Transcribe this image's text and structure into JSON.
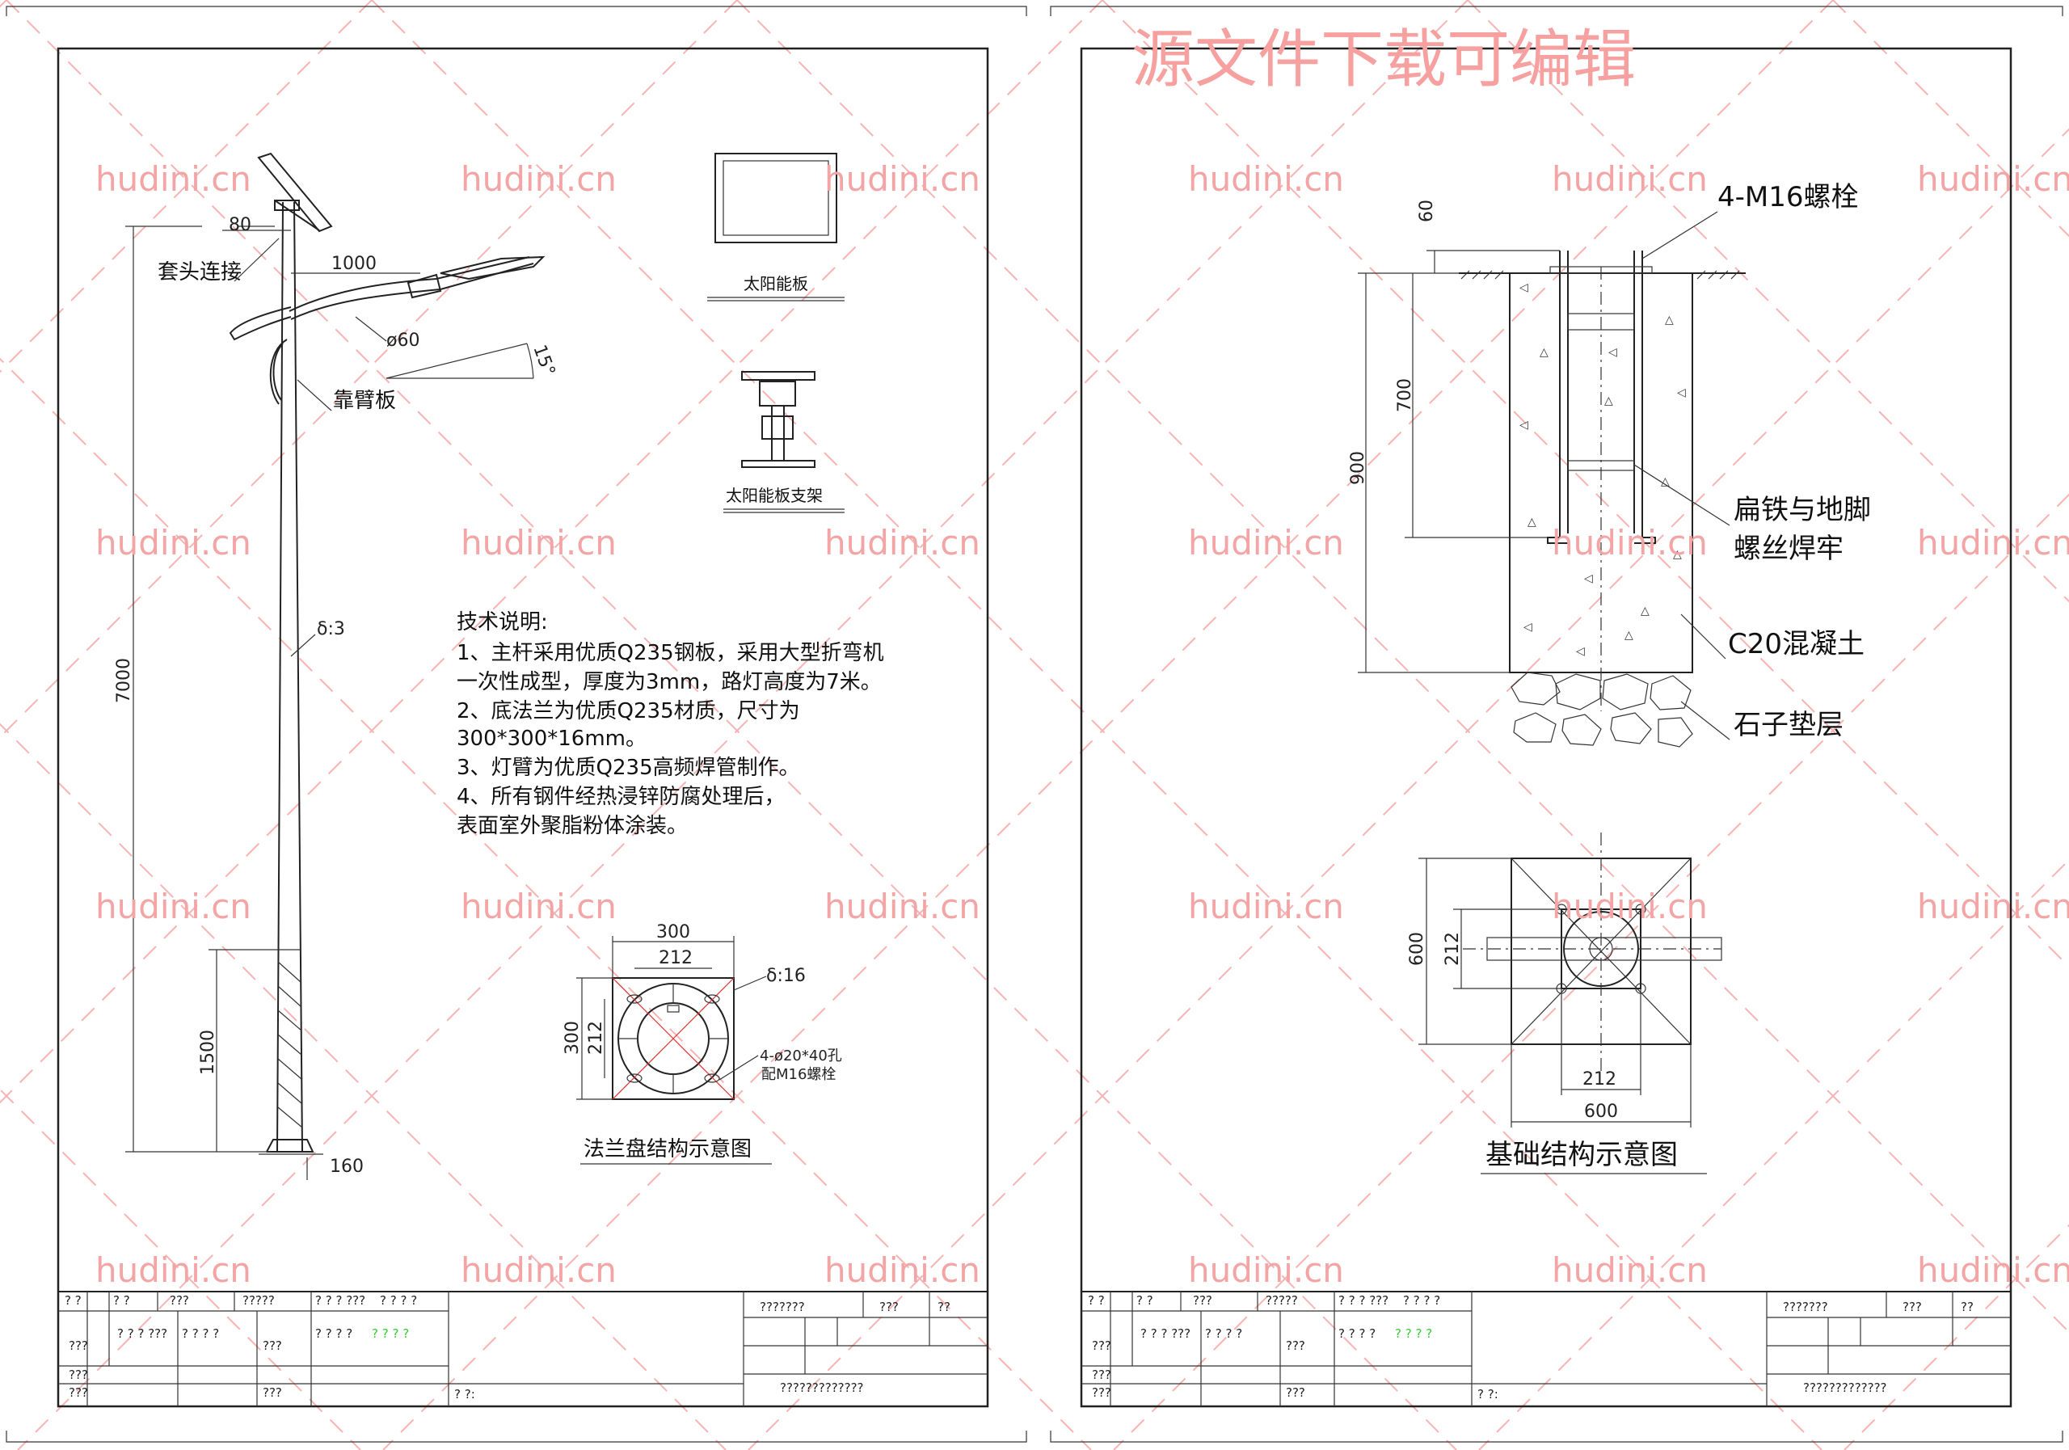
{
  "watermark": {
    "top_text": "源文件下载可编辑",
    "site": "hudini.cn"
  },
  "left_sheet": {
    "pole_labels": {
      "dim_80": "80",
      "socket": "套头连接",
      "dim_1000": "1000",
      "dia_60": "ø60",
      "arm_plate": "靠臂板",
      "angle_15": "15°",
      "wall_3": "δ:3",
      "height_7000": "7000",
      "height_1500": "1500",
      "base_160": "160"
    },
    "solar_panel_label": "太阳能板",
    "solar_bracket_label": "太阳能板支架",
    "tech_notes": {
      "title": "技术说明:",
      "lines": [
        "1、主杆采用优质Q235钢板，采用大型折弯机",
        "一次性成型，厚度为3mm，路灯高度为7米。",
        "2、底法兰为优质Q235材质，尺寸为",
        "300*300*16mm。",
        "3、灯臂为优质Q235高频焊管制作。",
        "4、所有钢件经热浸锌防腐处理后，",
        "表面室外聚脂粉体涂装。"
      ]
    },
    "flange": {
      "dim_300_top": "300",
      "dim_212_top": "212",
      "thickness": "δ:16",
      "dim_300_side": "300",
      "dim_212_side": "212",
      "holes": "4-ø20*40孔",
      "bolts": "配M16螺栓",
      "caption": "法兰盘结构示意图"
    }
  },
  "right_sheet": {
    "foundation": {
      "bolts": "4-M16螺栓",
      "dim_60": "60",
      "dim_700": "700",
      "dim_900": "900",
      "flat_iron_1": "扁铁与地脚",
      "flat_iron_2": "螺丝焊牢",
      "concrete": "C20混凝土",
      "gravel": "石子垫层"
    },
    "plan": {
      "dim_600_side": "600",
      "dim_212_side": "212",
      "dim_212_bottom": "212",
      "dim_600_bottom": "600",
      "caption": "基础结构示意图"
    }
  },
  "title_block": {
    "cells": [
      "? ?",
      "? ?",
      "???",
      "?????",
      "? ? ? ???",
      "? ? ? ?",
      "???????",
      "???",
      "??",
      "???",
      "? ? ? ???",
      "? ? ? ?",
      "???",
      "? ? ? ?",
      "? ? ? ?",
      "???",
      "???",
      "???",
      "? ?:",
      "?????????????"
    ]
  }
}
